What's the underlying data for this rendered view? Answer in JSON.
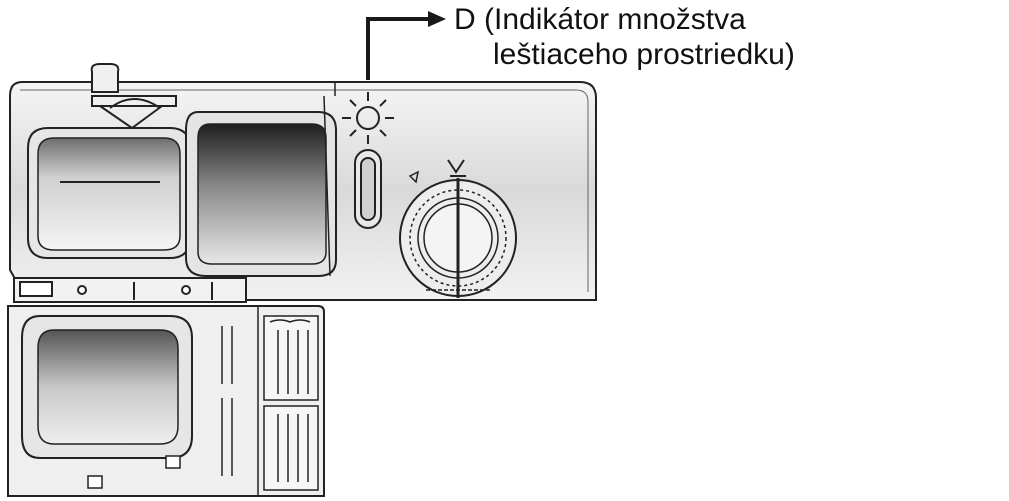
{
  "callout": {
    "letter": "D",
    "line1": "(Indikátor množstva",
    "line2": "leštiaceho prostriedku)"
  },
  "icons": {
    "indicator": "sun-ray-indicator-icon",
    "dial": "rinse-aid-dial-icon"
  },
  "colors": {
    "line": "#1a1a1a",
    "panel": "#e9e9e9"
  }
}
